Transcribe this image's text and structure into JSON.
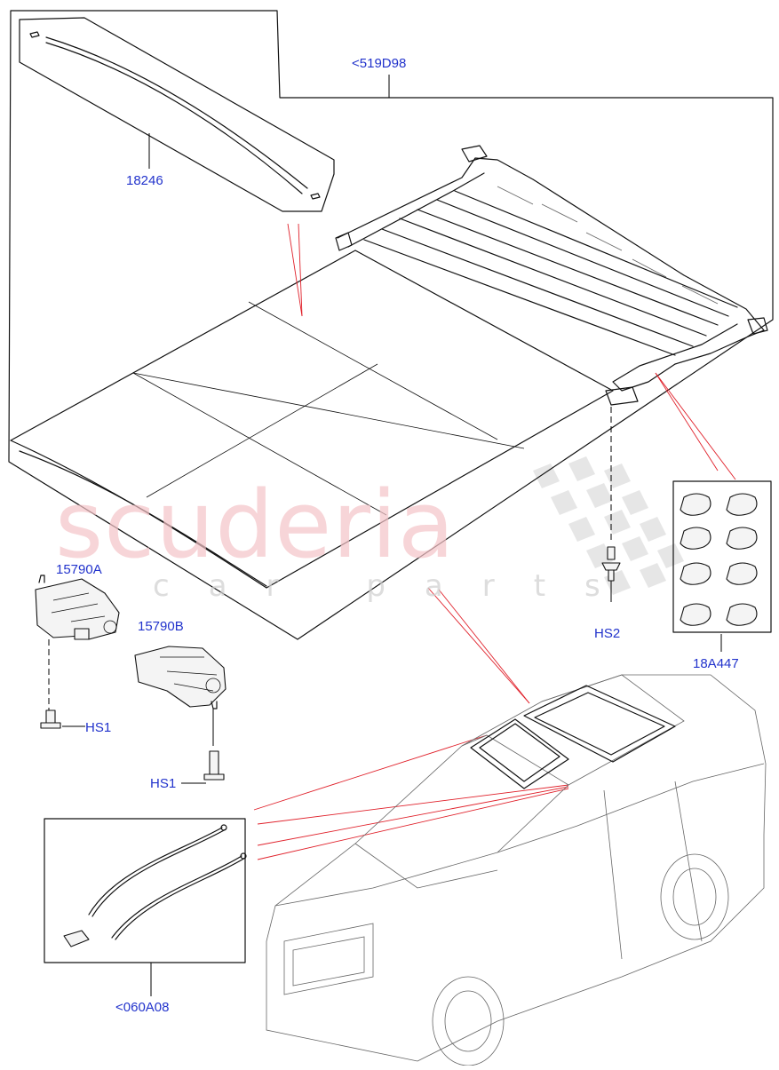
{
  "diagram": {
    "watermark": {
      "brand": "scuderia",
      "sub": "car parts"
    },
    "labels": {
      "assembly": "<519D98",
      "seal_strip": "18246",
      "motor_a": "15790A",
      "motor_b": "15790B",
      "screw_hs1_a": "HS1",
      "screw_hs1_b": "HS1",
      "screw_hs2": "HS2",
      "bumpers": "18A447",
      "cable_kit": "<060A08"
    },
    "colors": {
      "callout_text": "#2233cc",
      "callout_lines": "#e0202a",
      "watermark": "#f5c4c8"
    }
  }
}
